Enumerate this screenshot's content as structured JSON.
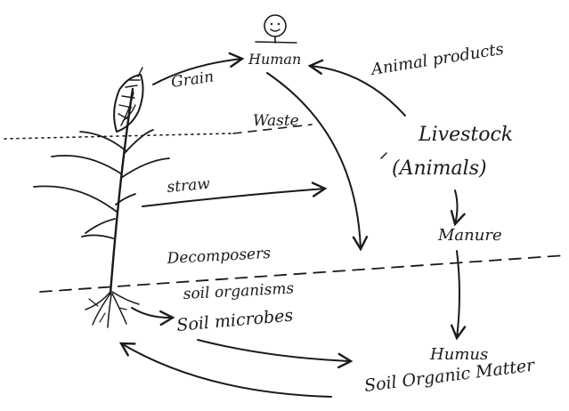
{
  "labels": {
    "human": "Human",
    "grain": "Grain",
    "animal_products": "Animal products",
    "waste": "Waste",
    "livestock": "Livestock",
    "animals": "(Animals)",
    "straw": "straw",
    "manure": "Manure",
    "decomposers": "Decomposers",
    "soil_organisms": "soil organisms",
    "soil_microbes": "Soil microbes",
    "humus": "Humus",
    "soil_organic_matter": "Soil Organic Matter"
  },
  "colors": {
    "ink": "#1a1a1a",
    "paper": "#ffffff"
  },
  "icons": {
    "human": "stick-figure-icon",
    "plant": "grain-plant-icon"
  }
}
